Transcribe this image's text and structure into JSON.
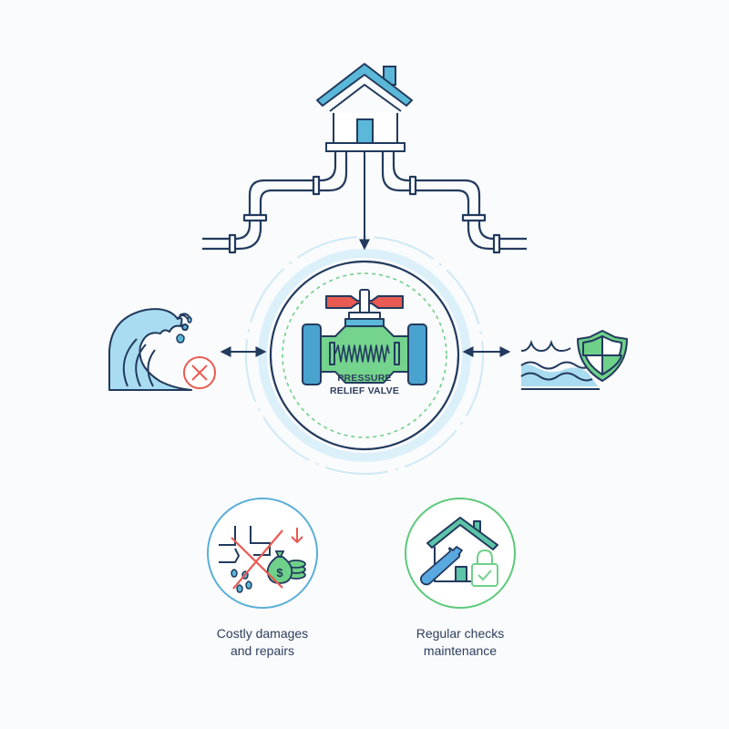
{
  "diagram": {
    "central_node": {
      "label_line1": "PRESSURE",
      "label_line2": "RELIEF VALVE",
      "icon": "valve-icon"
    },
    "top_node": {
      "icon": "house-with-pipes-icon"
    },
    "left_node": {
      "icon": "tidal-wave-with-x-icon",
      "status": "blocked"
    },
    "right_node": {
      "icon": "water-with-shield-icon",
      "status": "protected"
    },
    "bottom_items": [
      {
        "label_line1": "Costly damages",
        "label_line2": "and repairs",
        "icon": "damage-and-cost-icon",
        "ring_color": "#5aafd8"
      },
      {
        "label_line1": "Regular checks",
        "label_line2": "maintenance",
        "icon": "house-maintenance-lock-icon",
        "ring_color": "#5cc97a"
      }
    ],
    "colors": {
      "outline": "#223a5e",
      "light_blue": "#5bb8d8",
      "pale_blue": "#d9eef8",
      "green": "#6fd08a",
      "red": "#e85a52",
      "teal": "#5cc4a8"
    }
  }
}
